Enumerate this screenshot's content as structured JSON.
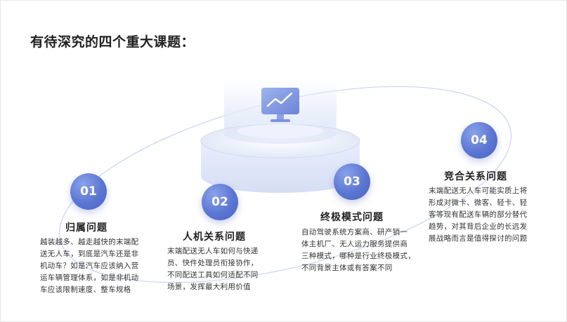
{
  "slide": {
    "title": "有待深究的四个重大课题："
  },
  "topics": [
    {
      "number": "01",
      "heading": "归属问题",
      "lines": [
        "越装越多、越走越快的末端配",
        "送无人车，到底是汽车还是非",
        "机动车？如是汽车应该纳入营",
        "运车辆管理体系，如是非机动",
        "车应该限制速度、整车规格"
      ]
    },
    {
      "number": "02",
      "heading": "人机关系问题",
      "lines": [
        "末端配送无人车如何与快递",
        "员、快件处理员衔接协作，",
        "不同配送工具如何适配不同",
        "场景，发挥最大利用价值"
      ]
    },
    {
      "number": "03",
      "heading": "终极模式问题",
      "lines": [
        "自动驾驶系统方案商、研产销一",
        "体主机厂、无人运力服务提供商",
        "三种模式，哪种是行业终极模式，",
        "不同背景主体或有答案不同"
      ]
    },
    {
      "number": "04",
      "heading": "竞合关系问题",
      "lines": [
        "末端配送无人车可能实质上将",
        "形成对微卡、微客、轻卡、轻",
        "客等现有配送车辆的部分替代",
        "趋势，对其背后企业的长远发",
        "展战略而言是值得探讨的问题"
      ]
    }
  ],
  "colors": {
    "accent": "#5b76d2",
    "title_text": "#222222",
    "body_text": "#333333"
  },
  "icons": {
    "center": "monitor-chart-icon"
  }
}
